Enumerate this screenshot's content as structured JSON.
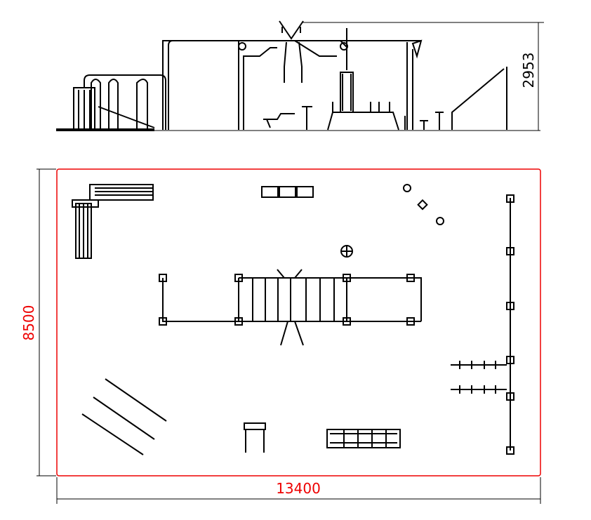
{
  "drawing": {
    "elevation_height_label": "2953",
    "plan_width_label": "13400",
    "plan_depth_label": "8500"
  },
  "colors": {
    "outline": "#000000",
    "boundary": "#e00000"
  }
}
